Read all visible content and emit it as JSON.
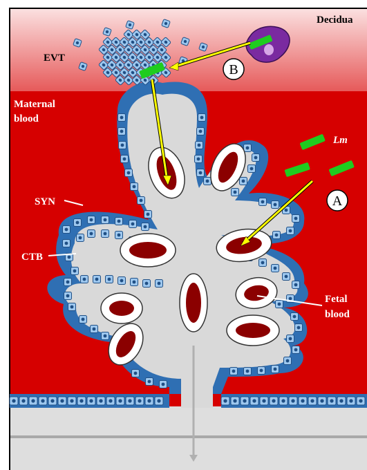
{
  "labels": {
    "decidua": "Decidua",
    "evt": "EVT",
    "maternal_line1": "Maternal",
    "maternal_line2": "blood",
    "syn": "SYN",
    "ctb": "CTB",
    "lm": "Lm",
    "fetal_line1": "Fetal",
    "fetal_line2": "blood",
    "marker_a": "A",
    "marker_b": "B"
  },
  "colors": {
    "maternal_blood": "#d60000",
    "decidua_top": "#f7d0d0",
    "decidua_bottom": "#e85c5c",
    "villus_stroma": "#dcdcdc",
    "trophoblast_outer": "#2f6fb3",
    "trophoblast_cell": "#9ec8ef",
    "fetal_vessel": "#8b0000",
    "bacteria": "#1fcc1f",
    "arrow": "#ffff00",
    "macrophage": "#7a2aa0"
  }
}
